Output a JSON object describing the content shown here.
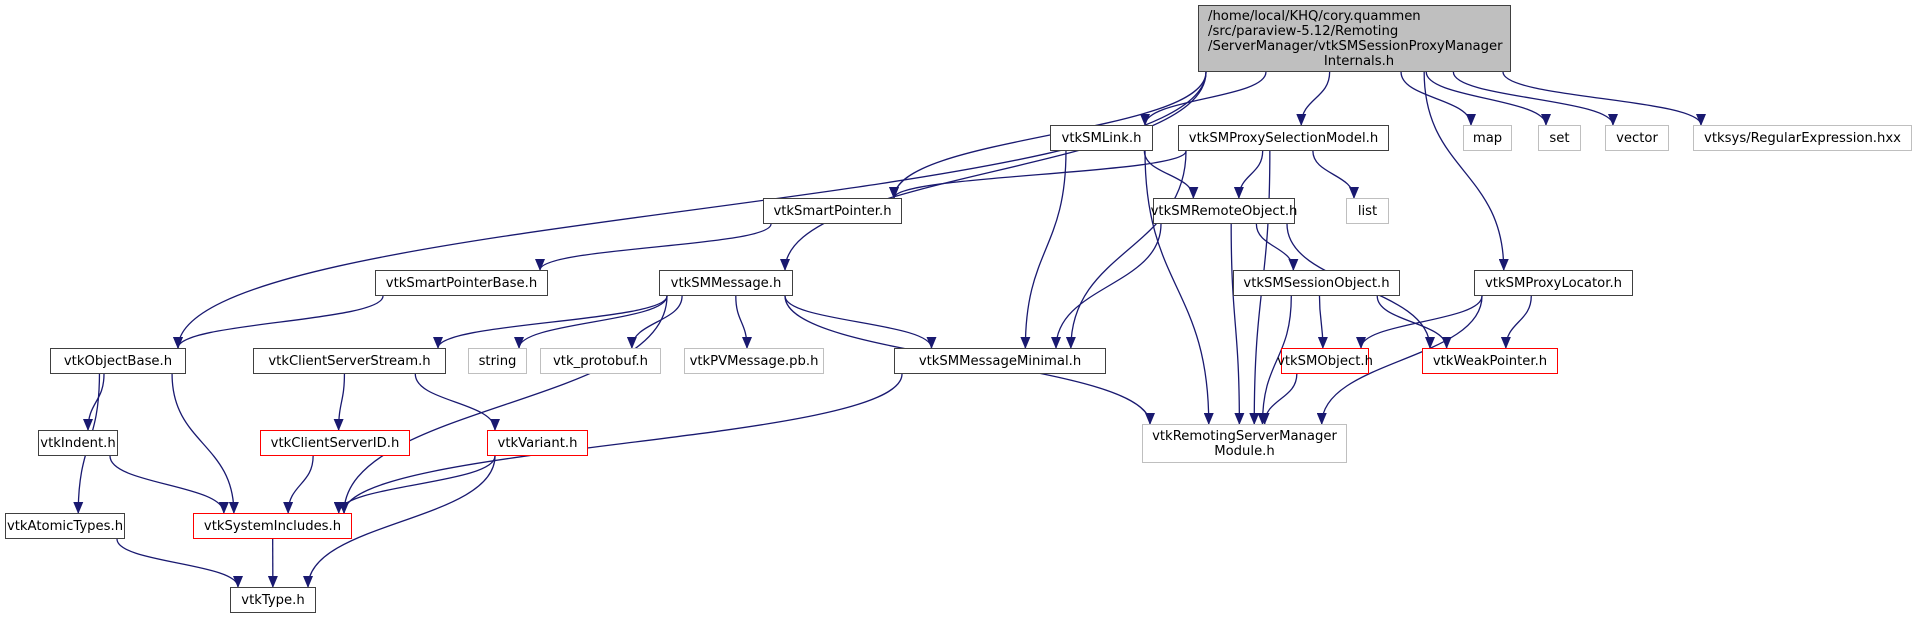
{
  "diagram": {
    "type": "include-dependency-graph",
    "colors": {
      "edge": "#191970",
      "root_fill": "#bfbfbf",
      "node_border": "#404040",
      "external_border": "#bfbfbf",
      "truncated_border": "#ff0000"
    },
    "root": {
      "id": "root",
      "lines": [
        "/home/local/KHQ/cory.quammen",
        "/src/paraview-5.12/Remoting",
        "/ServerManager/vtkSMSessionProxyManager",
        "Internals.h"
      ]
    },
    "nodes": [
      {
        "id": "smlink",
        "label": "vtkSMLink.h",
        "kind": "std"
      },
      {
        "id": "smpsm",
        "label": "vtkSMProxySelectionModel.h",
        "kind": "std"
      },
      {
        "id": "map",
        "label": "map",
        "kind": "ext"
      },
      {
        "id": "set",
        "label": "set",
        "kind": "ext"
      },
      {
        "id": "vector",
        "label": "vector",
        "kind": "ext"
      },
      {
        "id": "regex",
        "label": "vtksys/RegularExpression.hxx",
        "kind": "ext"
      },
      {
        "id": "smartptr",
        "label": "vtkSmartPointer.h",
        "kind": "std"
      },
      {
        "id": "remote",
        "label": "vtkSMRemoteObject.h",
        "kind": "std"
      },
      {
        "id": "list",
        "label": "list",
        "kind": "ext"
      },
      {
        "id": "smartbase",
        "label": "vtkSmartPointerBase.h",
        "kind": "std"
      },
      {
        "id": "smmsg",
        "label": "vtkSMMessage.h",
        "kind": "std"
      },
      {
        "id": "session",
        "label": "vtkSMSessionObject.h",
        "kind": "std"
      },
      {
        "id": "locator",
        "label": "vtkSMProxyLocator.h",
        "kind": "std"
      },
      {
        "id": "objbase",
        "label": "vtkObjectBase.h",
        "kind": "std"
      },
      {
        "id": "csstream",
        "label": "vtkClientServerStream.h",
        "kind": "std"
      },
      {
        "id": "string",
        "label": "string",
        "kind": "ext"
      },
      {
        "id": "protobuf",
        "label": "vtk_protobuf.h",
        "kind": "ext"
      },
      {
        "id": "pvmsg",
        "label": "vtkPVMessage.pb.h",
        "kind": "ext"
      },
      {
        "id": "msgmin",
        "label": "vtkSMMessageMinimal.h",
        "kind": "std"
      },
      {
        "id": "smobj",
        "label": "vtkSMObject.h",
        "kind": "red"
      },
      {
        "id": "weak",
        "label": "vtkWeakPointer.h",
        "kind": "red"
      },
      {
        "id": "indent",
        "label": "vtkIndent.h",
        "kind": "std"
      },
      {
        "id": "csid",
        "label": "vtkClientServerID.h",
        "kind": "red"
      },
      {
        "id": "variant",
        "label": "vtkVariant.h",
        "kind": "red"
      },
      {
        "id": "module",
        "label": "vtkRemotingServerManager\nModule.h",
        "lines": [
          "vtkRemotingServerManager",
          "Module.h"
        ],
        "kind": "ext"
      },
      {
        "id": "atomic",
        "label": "vtkAtomicTypes.h",
        "kind": "std"
      },
      {
        "id": "sysinc",
        "label": "vtkSystemIncludes.h",
        "kind": "red"
      },
      {
        "id": "type",
        "label": "vtkType.h",
        "kind": "std"
      }
    ],
    "edges": [
      [
        "root",
        "smlink"
      ],
      [
        "root",
        "smpsm"
      ],
      [
        "root",
        "map"
      ],
      [
        "root",
        "set"
      ],
      [
        "root",
        "vector"
      ],
      [
        "root",
        "regex"
      ],
      [
        "root",
        "smartptr"
      ],
      [
        "root",
        "smmsg"
      ],
      [
        "root",
        "objbase"
      ],
      [
        "root",
        "locator"
      ],
      [
        "smlink",
        "remote"
      ],
      [
        "smlink",
        "msgmin"
      ],
      [
        "smlink",
        "module"
      ],
      [
        "smpsm",
        "smartptr"
      ],
      [
        "smpsm",
        "remote"
      ],
      [
        "smpsm",
        "list"
      ],
      [
        "smpsm",
        "msgmin"
      ],
      [
        "smpsm",
        "module"
      ],
      [
        "smartptr",
        "smartbase"
      ],
      [
        "smartbase",
        "objbase"
      ],
      [
        "remote",
        "session"
      ],
      [
        "remote",
        "msgmin"
      ],
      [
        "remote",
        "module"
      ],
      [
        "remote",
        "weak"
      ],
      [
        "smmsg",
        "csstream"
      ],
      [
        "smmsg",
        "string"
      ],
      [
        "smmsg",
        "protobuf"
      ],
      [
        "smmsg",
        "pvmsg"
      ],
      [
        "smmsg",
        "msgmin"
      ],
      [
        "smmsg",
        "module"
      ],
      [
        "smmsg",
        "sysinc"
      ],
      [
        "session",
        "smobj"
      ],
      [
        "session",
        "weak"
      ],
      [
        "session",
        "module"
      ],
      [
        "locator",
        "smobj"
      ],
      [
        "locator",
        "weak"
      ],
      [
        "locator",
        "module"
      ],
      [
        "objbase",
        "indent"
      ],
      [
        "objbase",
        "atomic"
      ],
      [
        "objbase",
        "sysinc"
      ],
      [
        "csstream",
        "csid"
      ],
      [
        "csstream",
        "variant"
      ],
      [
        "msgmin",
        "sysinc"
      ],
      [
        "smobj",
        "module"
      ],
      [
        "indent",
        "sysinc"
      ],
      [
        "csid",
        "sysinc"
      ],
      [
        "variant",
        "sysinc"
      ],
      [
        "variant",
        "type"
      ],
      [
        "atomic",
        "type"
      ],
      [
        "sysinc",
        "type"
      ]
    ]
  }
}
